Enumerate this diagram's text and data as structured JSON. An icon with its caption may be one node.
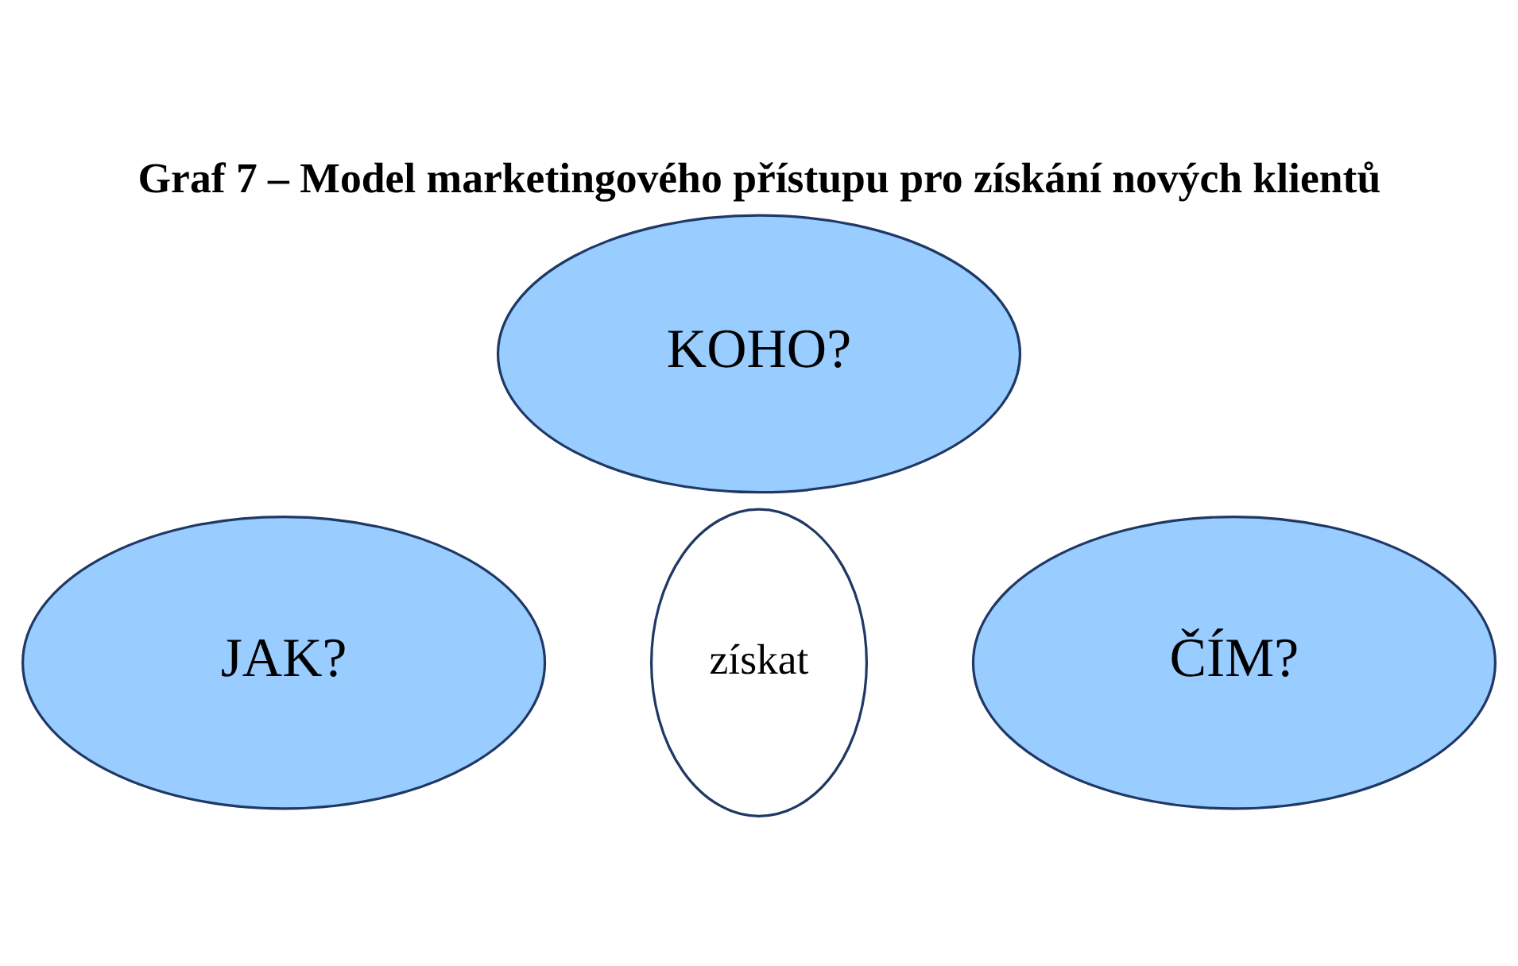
{
  "diagram": {
    "title": "Graf 7 – Model marketingového přístupu pro získání nových klientů",
    "nodes": [
      {
        "text": [
          "KOHO?"
        ]
      },
      {
        "text": [
          "získat"
        ]
      },
      {
        "text": [
          "JAK?"
        ]
      },
      {
        "text": [
          "ČÍM?"
        ]
      }
    ]
  }
}
